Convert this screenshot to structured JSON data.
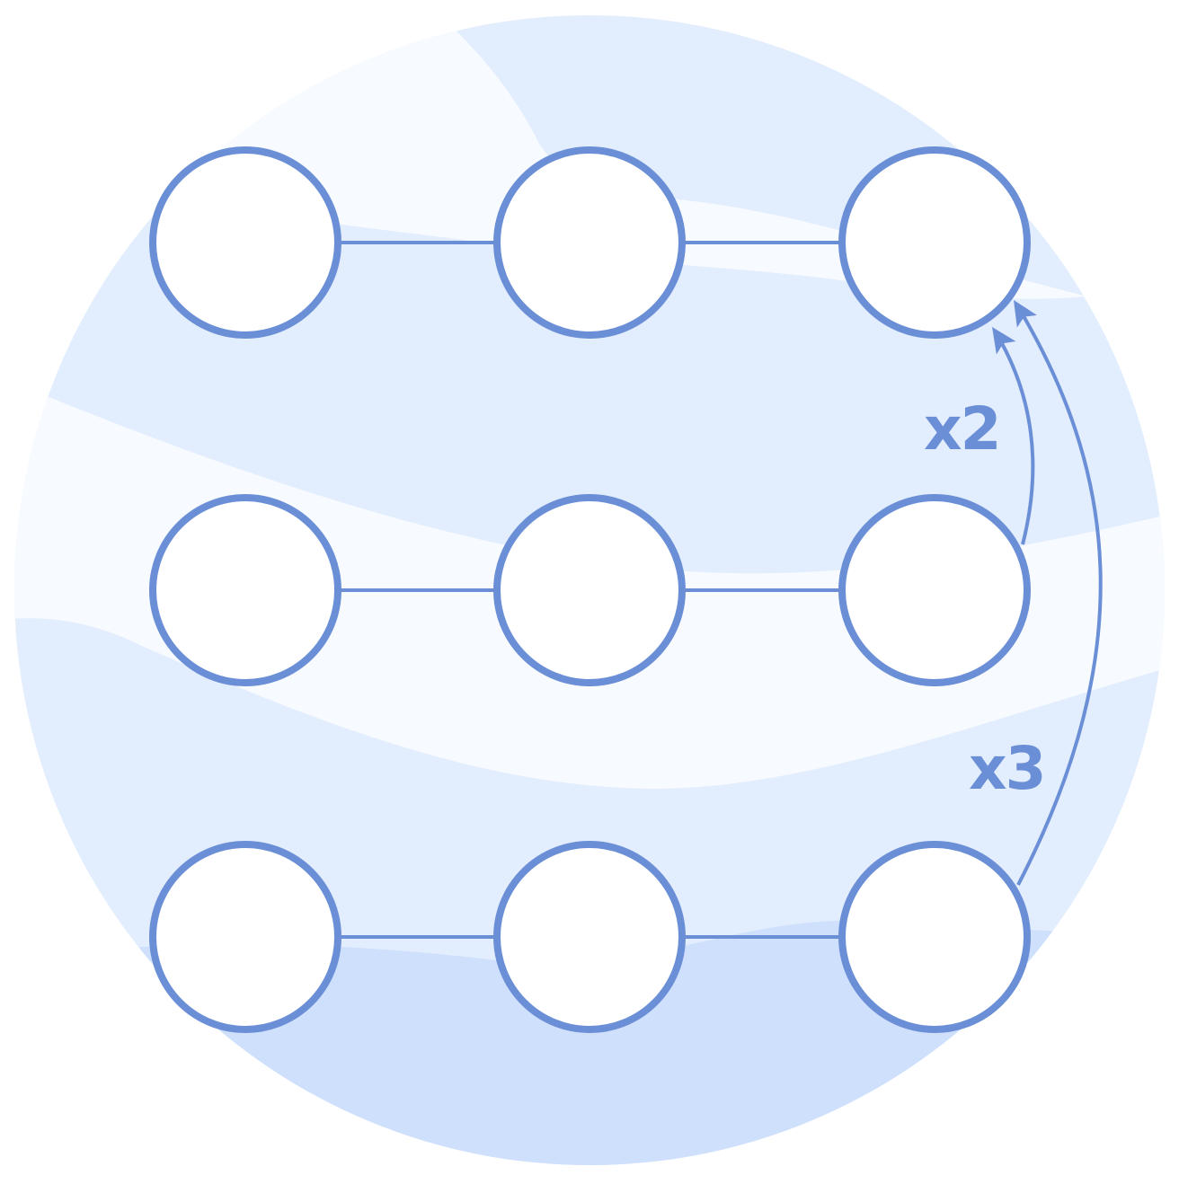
{
  "colors": {
    "node_stroke": "#6b8fd6",
    "node_fill": "#ffffff",
    "edge": "#6b8fd6",
    "label": "#6b8fd6",
    "bg_light": "#e2edfd",
    "bg_pale": "#f7faff",
    "bg_mid": "#cfe0fc"
  },
  "grid": {
    "rows": 3,
    "cols": 3
  },
  "connections": [
    {
      "id": "row-1-to-row-0",
      "from_row": 1,
      "to_row": 0,
      "label": "x2"
    },
    {
      "id": "row-2-to-row-0",
      "from_row": 2,
      "to_row": 0,
      "label": "x3"
    }
  ]
}
